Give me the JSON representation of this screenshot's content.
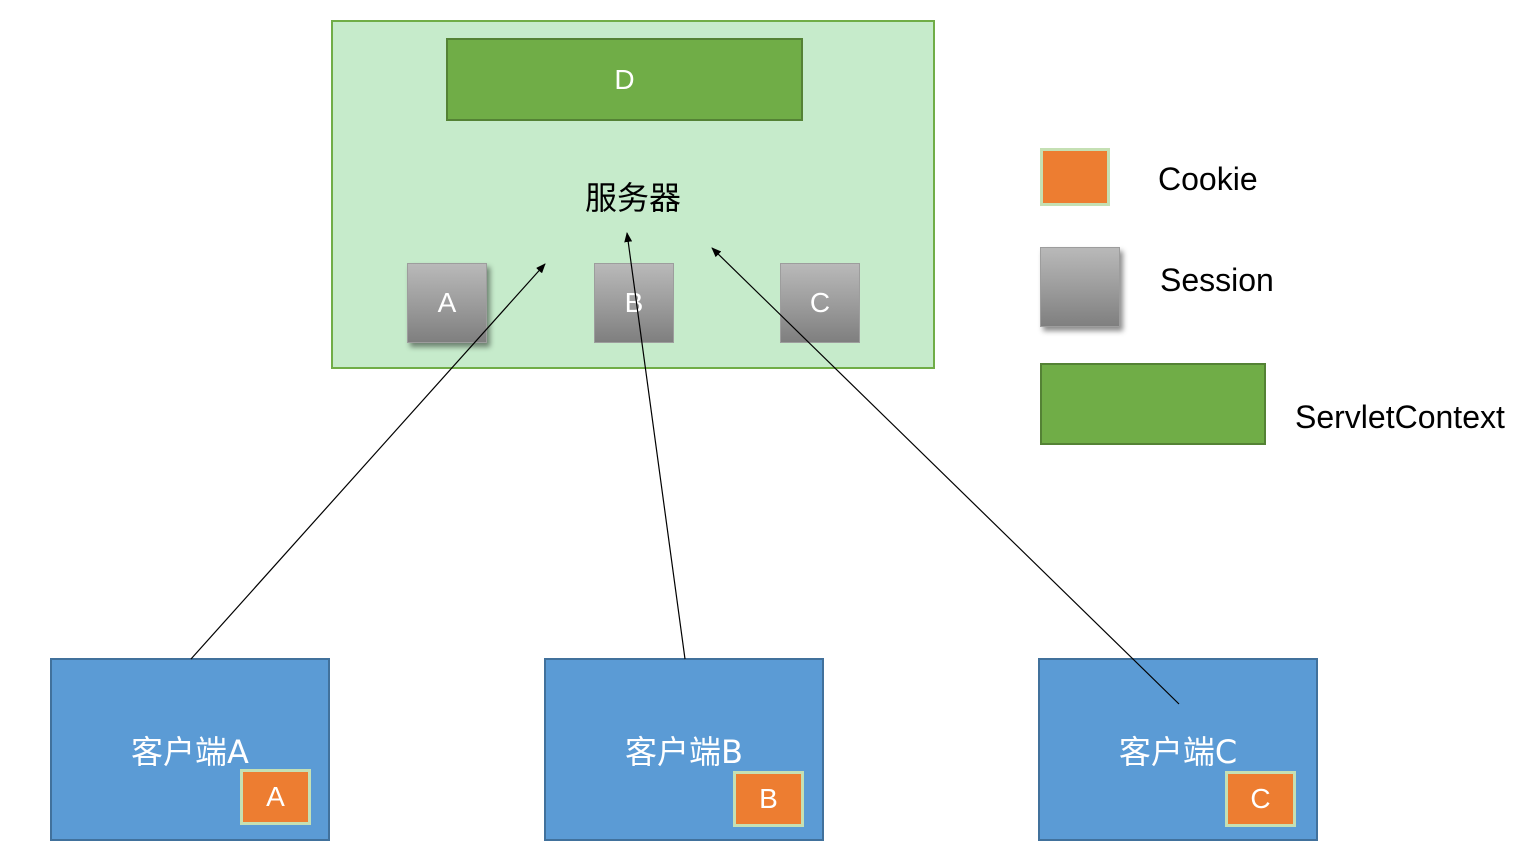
{
  "server": {
    "label": "服务器",
    "context": {
      "label": "D"
    },
    "sessions": [
      {
        "label": "A"
      },
      {
        "label": "B"
      },
      {
        "label": "C"
      }
    ]
  },
  "clients": [
    {
      "label": "客户端A",
      "cookie": "A"
    },
    {
      "label": "客户端B",
      "cookie": "B"
    },
    {
      "label": "客户端C",
      "cookie": "C"
    }
  ],
  "legend": {
    "cookie": "Cookie",
    "session": "Session",
    "servlet_context": "ServletContext"
  },
  "colors": {
    "server_fill": "#c6ebcb",
    "servlet_context": "#70ad47",
    "session": "#a5a5a5",
    "client": "#5b9bd5",
    "cookie": "#ed7d31"
  }
}
